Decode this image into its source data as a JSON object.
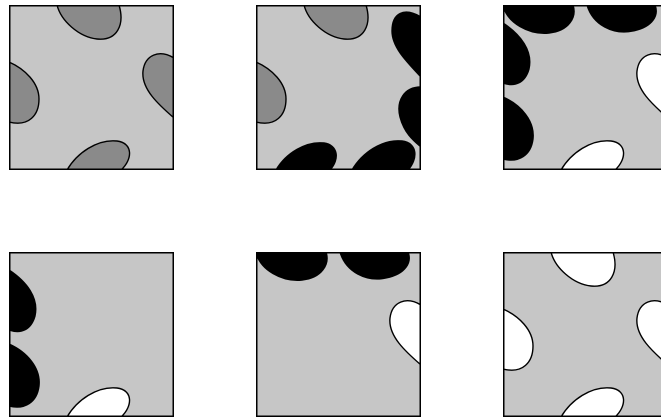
{
  "figure": {
    "background": "#ffffff",
    "panel_fill": "#c6c6c6",
    "outline_color": "#000000",
    "fill_colors": {
      "gray": "#8a8a8a",
      "black": "#000000",
      "white": "#ffffff"
    },
    "tiles": [
      {
        "name": "tile-1",
        "notches": {
          "top": "gray",
          "right": "gray",
          "bottom": "gray",
          "left": "gray"
        }
      },
      {
        "name": "tile-2",
        "notches": {
          "top": "gray",
          "left": "gray",
          "right_top": "black",
          "right_bottom": "black",
          "bottom_left": "black",
          "bottom_right": "black"
        }
      },
      {
        "name": "tile-3",
        "notches": {
          "top_left": "black",
          "top_right": "black",
          "left_top": "black",
          "left_bottom": "black",
          "right": "white",
          "bottom": "white"
        }
      },
      {
        "name": "tile-4",
        "notches": {
          "left_top": "black",
          "left_bottom": "black",
          "bottom": "white"
        }
      },
      {
        "name": "tile-5",
        "notches": {
          "top_left": "black",
          "top_right": "black",
          "right": "white"
        }
      },
      {
        "name": "tile-6",
        "notches": {
          "top": "white",
          "right": "white",
          "bottom": "white",
          "left": "white"
        }
      }
    ]
  }
}
